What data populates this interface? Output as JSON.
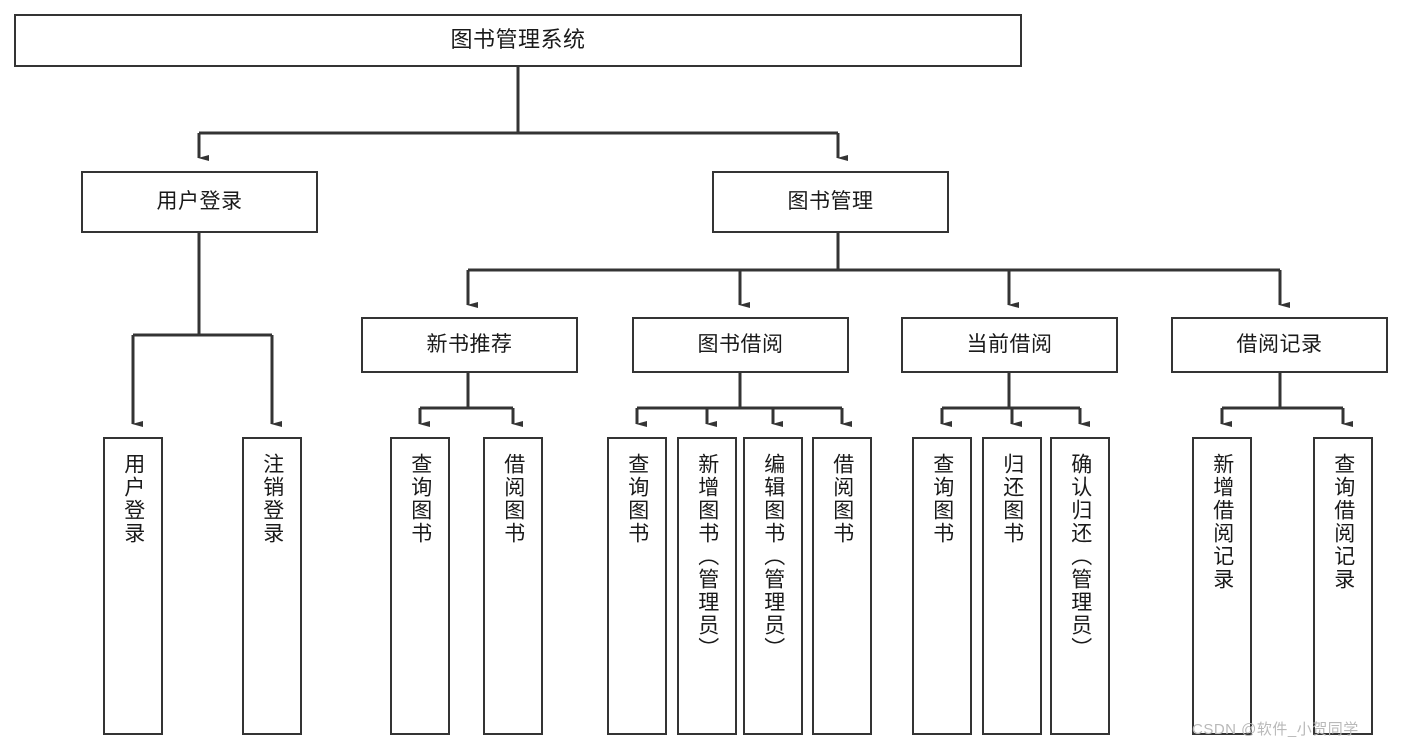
{
  "diagram": {
    "kind": "tree",
    "title": "图书管理系统",
    "root": {
      "label": "图书管理系统"
    },
    "level1": [
      {
        "label": "用户登录"
      },
      {
        "label": "图书管理"
      }
    ],
    "level2": [
      {
        "label": "新书推荐"
      },
      {
        "label": "图书借阅"
      },
      {
        "label": "当前借阅"
      },
      {
        "label": "借阅记录"
      }
    ],
    "leaves": {
      "user_login": [
        {
          "label": "用户登录"
        },
        {
          "label": "注销登录"
        }
      ],
      "new_book_recommend": [
        {
          "label": "查询图书"
        },
        {
          "label": "借阅图书"
        }
      ],
      "book_borrow": [
        {
          "label": "查询图书"
        },
        {
          "label": "新增图书（管理员）"
        },
        {
          "label": "编辑图书（管理员）"
        },
        {
          "label": "借阅图书"
        }
      ],
      "current_borrow": [
        {
          "label": "查询图书"
        },
        {
          "label": "归还图书"
        },
        {
          "label": "确认归还（管理员）"
        }
      ],
      "borrow_record": [
        {
          "label": "新增借阅记录"
        },
        {
          "label": "查询借阅记录"
        }
      ]
    },
    "watermark": "CSDN @软件_小贺同学",
    "colors": {
      "stroke": "#343434",
      "fill": "#ffffff",
      "text": "#1a1a1a",
      "watermark": "#b9b9b9"
    }
  }
}
